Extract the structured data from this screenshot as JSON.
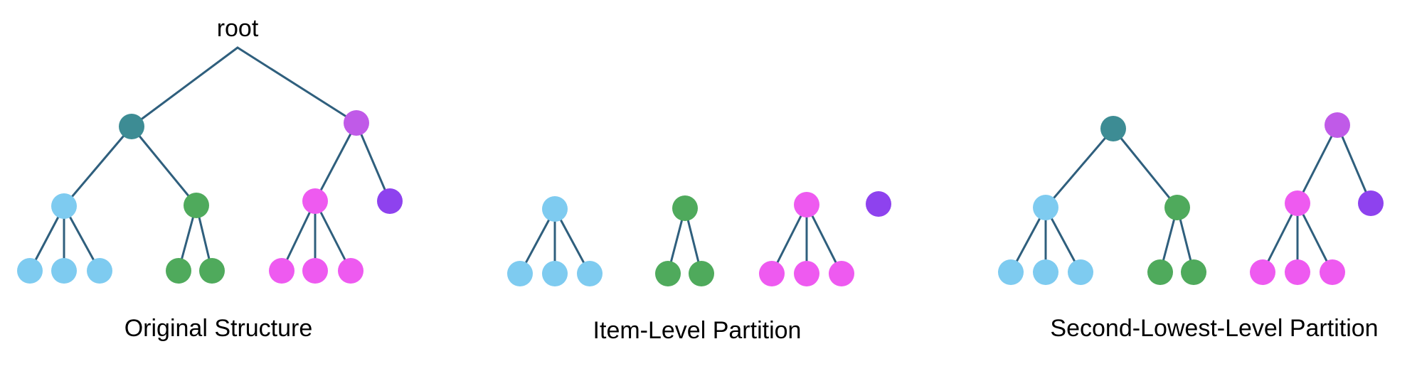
{
  "colors": {
    "edge": "#2f5f7d",
    "teal": "#3d8c94",
    "purple": "#c05ae8",
    "light_blue": "#7ecbf0",
    "green": "#4faa5c",
    "magenta": "#ee5af0",
    "violet": "#8e42ee"
  },
  "root_label": "root",
  "captions": {
    "original": "Original Structure",
    "item_level": "Item-Level Partition",
    "second_lowest": "Second-Lowest-Level Partition"
  }
}
